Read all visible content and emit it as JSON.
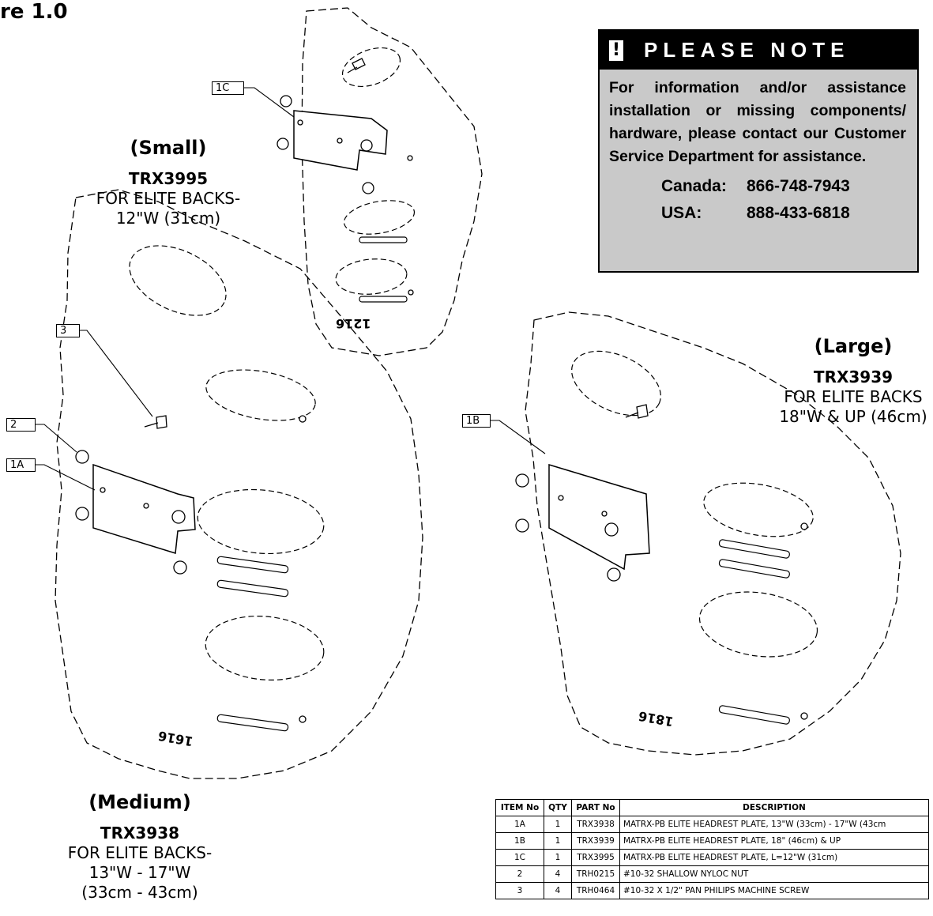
{
  "figure_title": "re 1.0",
  "note": {
    "icon": "exclamation-icon",
    "title": "PLEASE NOTE",
    "body": "For information and/or assistance installation or missing components/ hardware, please contact our Customer Service Department for assistance.",
    "contacts": [
      {
        "label": "Canada:",
        "phone": "866-748-7943"
      },
      {
        "label": "USA:",
        "phone": "888-433-6818"
      }
    ]
  },
  "sizes": {
    "small": {
      "name": "(Small)",
      "part": "TRX3995",
      "lines": [
        "FOR ELITE BACKS-",
        "12\"W (31cm)"
      ]
    },
    "medium": {
      "name": "(Medium)",
      "part": "TRX3938",
      "lines": [
        "FOR ELITE BACKS-",
        "13\"W - 17\"W",
        "(33cm - 43cm)"
      ]
    },
    "large": {
      "name": "(Large)",
      "part": "TRX3939",
      "lines": [
        "FOR ELITE BACKS",
        "18\"W & UP (46cm)"
      ]
    }
  },
  "callouts": {
    "c1c": "1C",
    "c3": "3",
    "c2": "2",
    "c1a": "1A",
    "c1b": "1B"
  },
  "engravings": {
    "small": "1216",
    "medium": "1616",
    "large": "1816"
  },
  "parts_table": {
    "headers": [
      "ITEM No",
      "QTY",
      "PART No",
      "DESCRIPTION"
    ],
    "rows": [
      [
        "1A",
        "1",
        "TRX3938",
        "MATRX-PB ELITE HEADREST PLATE,  13\"W (33cm) - 17\"W (43cm"
      ],
      [
        "1B",
        "1",
        "TRX3939",
        "MATRX-PB ELITE HEADREST PLATE,  18\" (46cm) & UP"
      ],
      [
        "1C",
        "1",
        "TRX3995",
        "MATRX-PB ELITE HEADREST PLATE,  L=12\"W (31cm)"
      ],
      [
        "2",
        "4",
        "TRH0215",
        "#10-32 SHALLOW NYLOC NUT"
      ],
      [
        "3",
        "4",
        "TRH0464",
        "#10-32 X 1/2\"  PAN PHILIPS MACHINE SCREW"
      ]
    ]
  }
}
